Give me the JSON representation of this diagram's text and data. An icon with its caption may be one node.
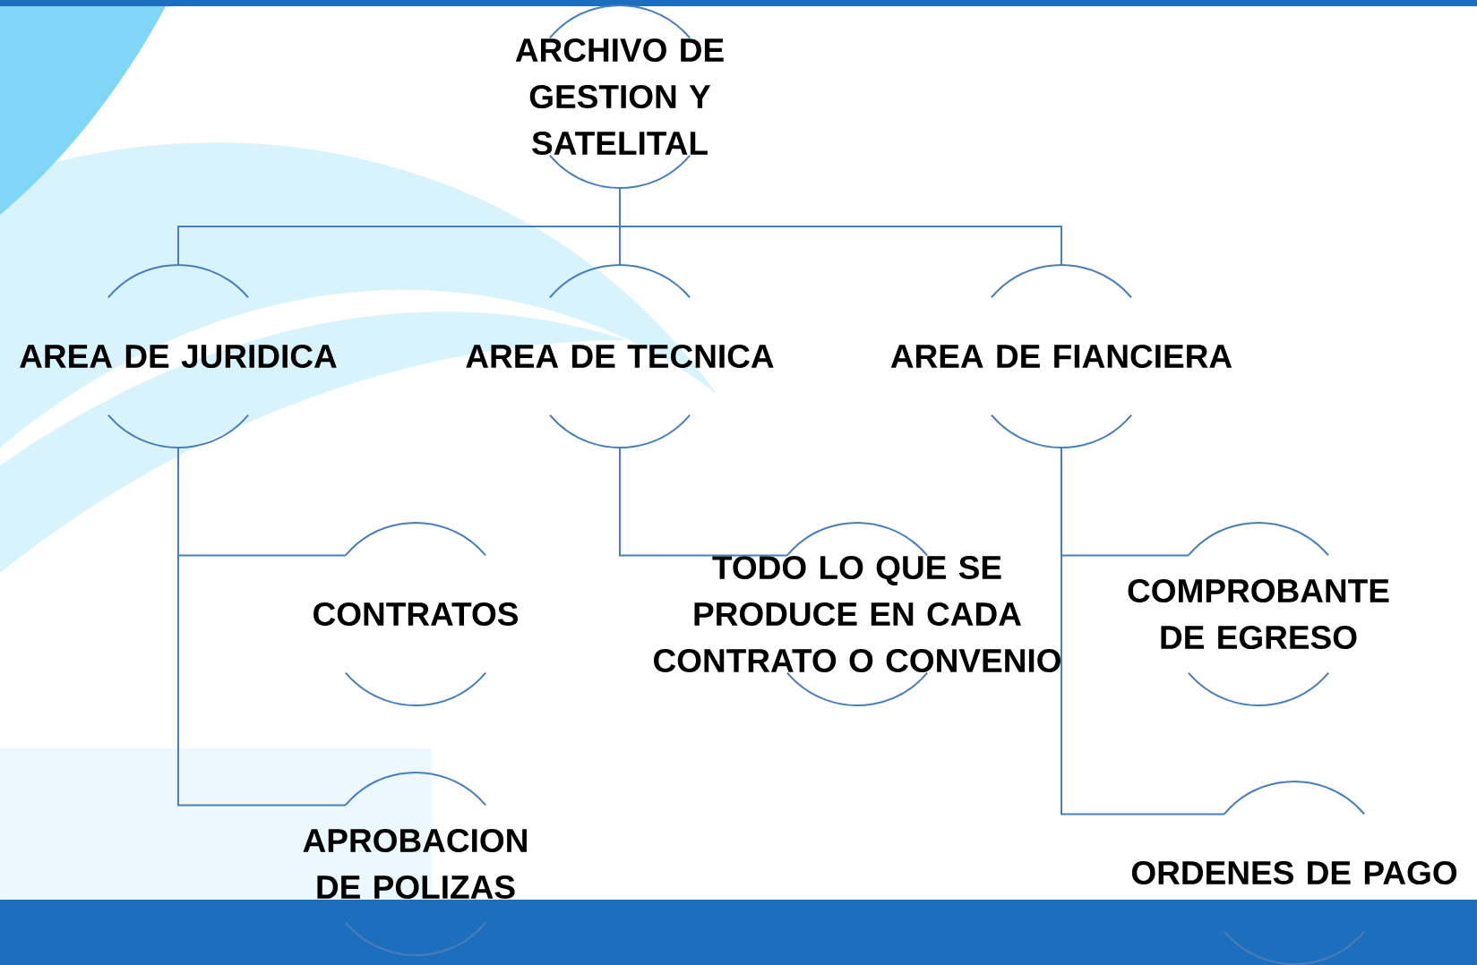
{
  "diagram": {
    "nodes": [
      {
        "text": [
          "ARCHIVO DE GESTION Y SATELITAL"
        ]
      },
      {
        "text": [
          "AREA DE JURIDICA"
        ]
      },
      {
        "text": [
          "AREA DE TECNICA"
        ]
      },
      {
        "text": [
          "AREA DE FIANCIERA"
        ]
      },
      {
        "text": [
          "CONTRATOS"
        ]
      },
      {
        "text": [
          "TODO LO QUE SE PRODUCE EN CADA CONTRATO O CONVENIO"
        ]
      },
      {
        "text": [
          "COMPROBANTE DE EGRESO"
        ]
      },
      {
        "text": [
          "APROBACION DE POLIZAS"
        ]
      },
      {
        "text": [
          "ORDENES DE PAGO"
        ]
      }
    ],
    "edges": [
      {
        "from": 0,
        "to": 1,
        "arrow": "none"
      },
      {
        "from": 0,
        "to": 2,
        "arrow": "none"
      },
      {
        "from": 0,
        "to": 3,
        "arrow": "none"
      },
      {
        "from": 1,
        "to": 4,
        "arrow": "none"
      },
      {
        "from": 1,
        "to": 7,
        "arrow": "none"
      },
      {
        "from": 2,
        "to": 5,
        "arrow": "none"
      },
      {
        "from": 3,
        "to": 6,
        "arrow": "none"
      },
      {
        "from": 3,
        "to": 8,
        "arrow": "none"
      }
    ]
  }
}
